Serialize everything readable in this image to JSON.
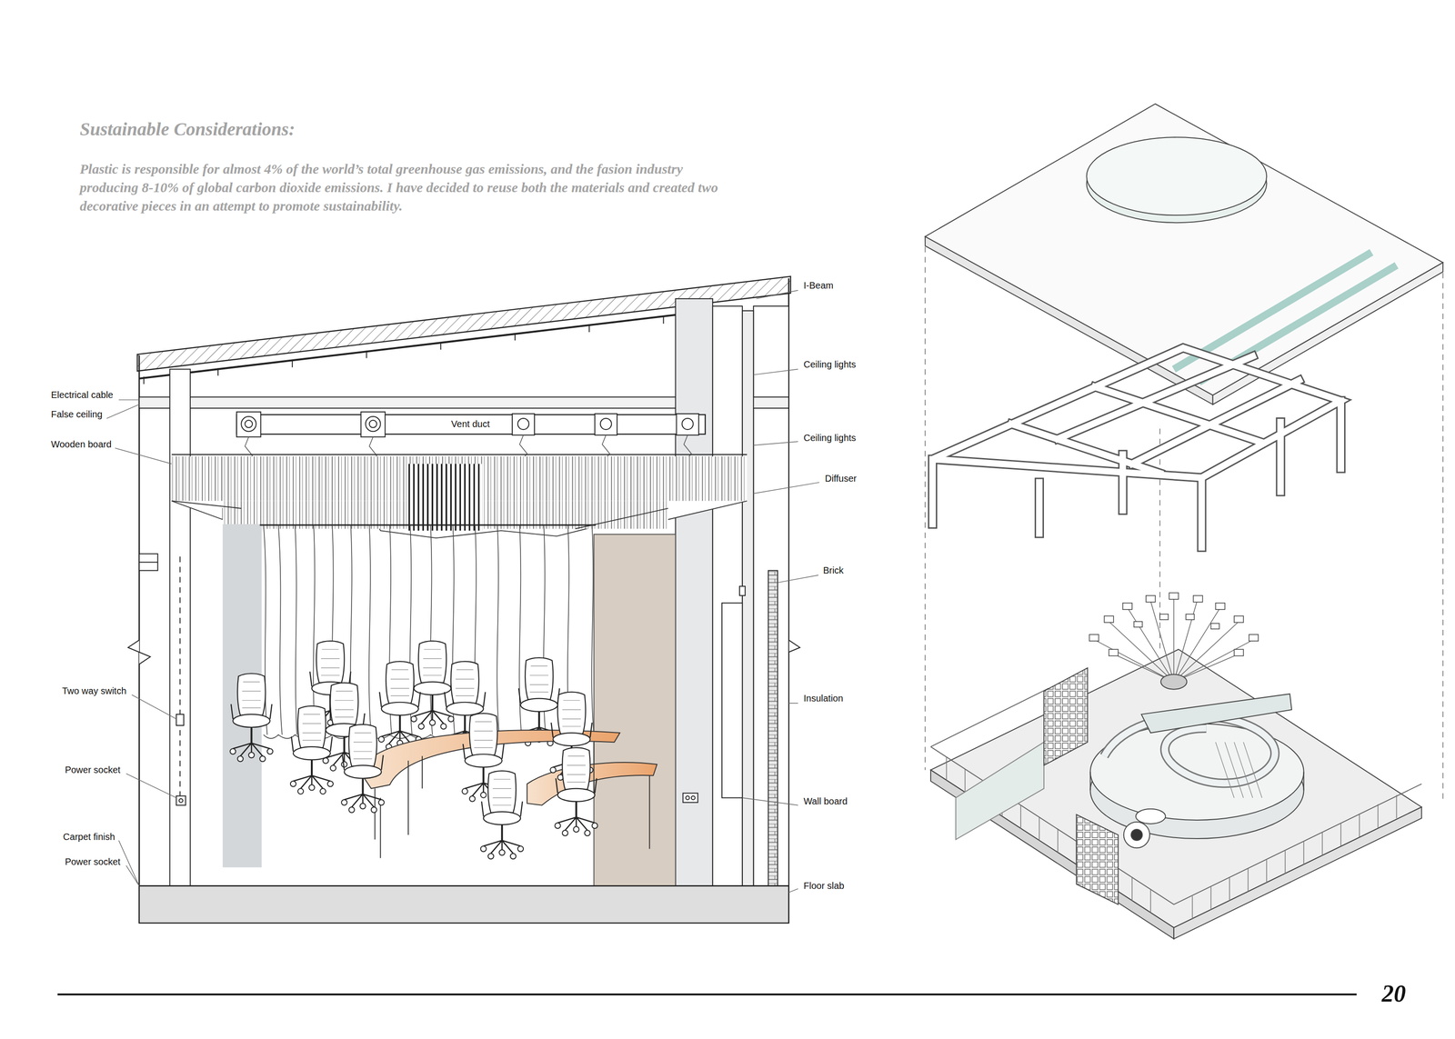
{
  "diagram": {
    "title": "Sustainable Considerations:",
    "labels": [
      "Plastic is responsible for almost 4% of the world’s total greenhouse gas emissions, and the fasion industry producing 8-10% of global carbon dioxide emissions. I have decided to reuse both the materials and created two decorative pieces in an attempt to promote sustainability.",
      "I-Beam",
      "Ceiling lights",
      "Ceiling lights",
      "Diffuser",
      "Brick",
      "Insulation",
      "Wall board",
      "Floor slab",
      "Electrical cable",
      "False ceiling",
      "Wooden board",
      "Two way switch",
      "Power socket",
      "Carpet finish",
      "Power socket",
      "Vent duct",
      "20"
    ]
  }
}
